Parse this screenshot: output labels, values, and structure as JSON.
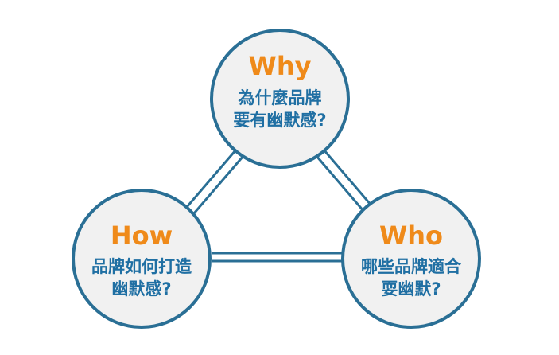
{
  "nodes": {
    "why": {
      "heading": "Why",
      "line1": "為什麼品牌",
      "line2": "要有幽默感?"
    },
    "how": {
      "heading": "How",
      "line1": "品牌如何打造",
      "line2": "幽默感?"
    },
    "who": {
      "heading": "Who",
      "line1": "哪些品牌適合",
      "line2": "耍幽默?"
    }
  },
  "colors": {
    "circle_fill": "#f1f1f1",
    "circle_stroke": "#2a6f95",
    "heading": "#ef8a1a",
    "body_text": "#1f6fa3"
  }
}
